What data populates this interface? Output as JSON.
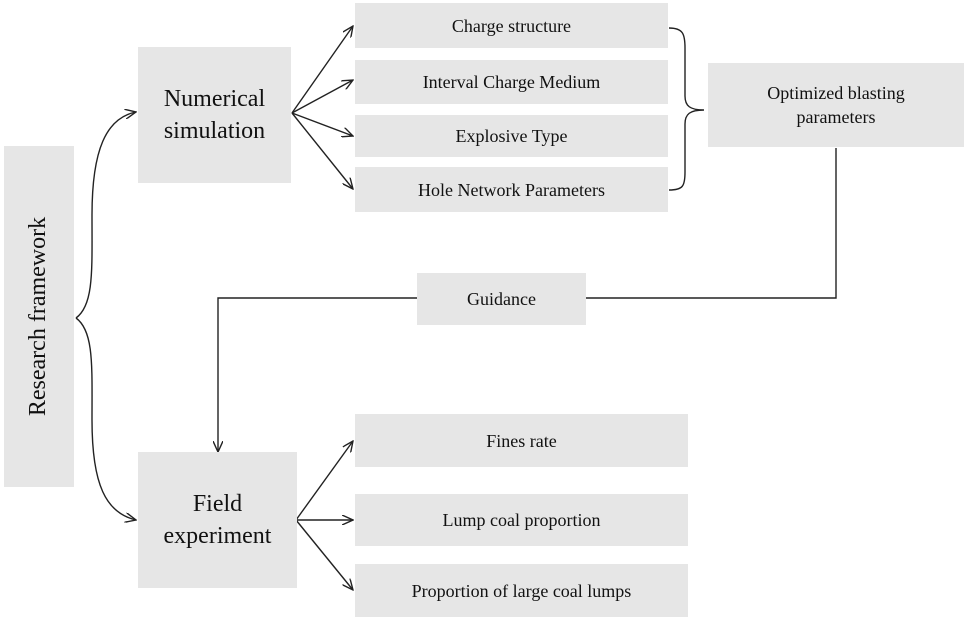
{
  "root": {
    "label": "Research framework"
  },
  "numerical": {
    "label_line1": "Numerical",
    "label_line2": "simulation"
  },
  "field": {
    "label_line1": "Field",
    "label_line2": "experiment"
  },
  "sim_items": [
    "Charge structure",
    "Interval Charge Medium",
    "Explosive Type",
    "Hole Network Parameters"
  ],
  "optimized": {
    "label_line1": "Optimized blasting",
    "label_line2": "parameters"
  },
  "guidance": {
    "label": "Guidance"
  },
  "exp_items": [
    "Fines rate",
    "Lump coal proportion",
    "Proportion of large coal lumps"
  ],
  "colors": {
    "box_fill": "#e6e6e6",
    "line": "#222222"
  }
}
